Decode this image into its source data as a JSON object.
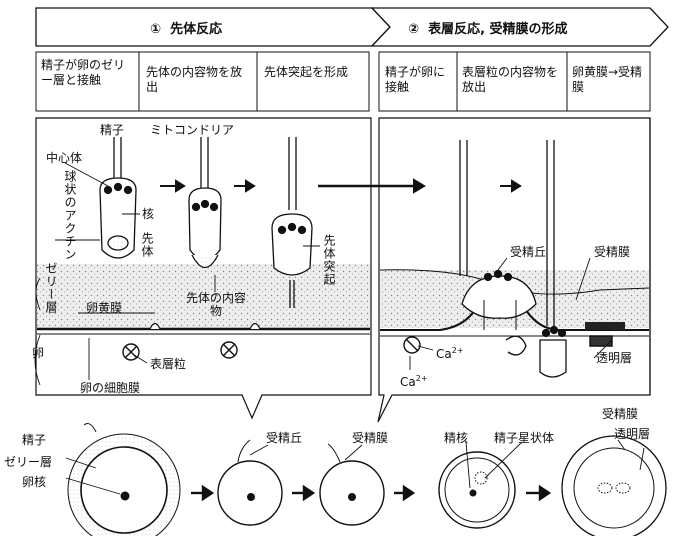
{
  "banner": {
    "stage1": {
      "num": "①",
      "title": "先体反応"
    },
    "stage2": {
      "num": "②",
      "title": "表層反応, 受精膜の形成"
    }
  },
  "steps": [
    "精子が卵のゼリー層と接触",
    "先体の内容物を放出",
    "先体突起を形成",
    "精子が卵に接触",
    "表層粒の内容物を放出",
    "卵黄膜→受精膜"
  ],
  "labels": {
    "sperm": "精子",
    "mitochondria": "ミトコンドリア",
    "centriole": "中心体",
    "nucleus": "核",
    "actin": "球状のアクチン",
    "acrosome": "先体",
    "acrosome_contents": "先体の内容物",
    "acrosomal_process": "先体突起",
    "jelly_layer": "ゼリー層",
    "vitelline_membrane": "卵黄膜",
    "egg": "卵",
    "cortical_granule": "表層粒",
    "egg_plasma_membrane": "卵の細胞膜",
    "fertilization_cone": "受精丘",
    "fertilization_membrane": "受精膜",
    "hyaline_layer": "透明層",
    "calcium": "Ca",
    "calcium_charge": "2+"
  },
  "bottom_labels": {
    "sperm": "精子",
    "jelly_layer": "ゼリー層",
    "egg_nucleus": "卵核",
    "fertilization_cone": "受精丘",
    "fertilization_membrane": "受精膜",
    "sperm_nucleus": "精核",
    "sperm_aster": "精子星状体",
    "fertilization_membrane_2": "受精膜",
    "hyaline_layer": "透明層"
  }
}
